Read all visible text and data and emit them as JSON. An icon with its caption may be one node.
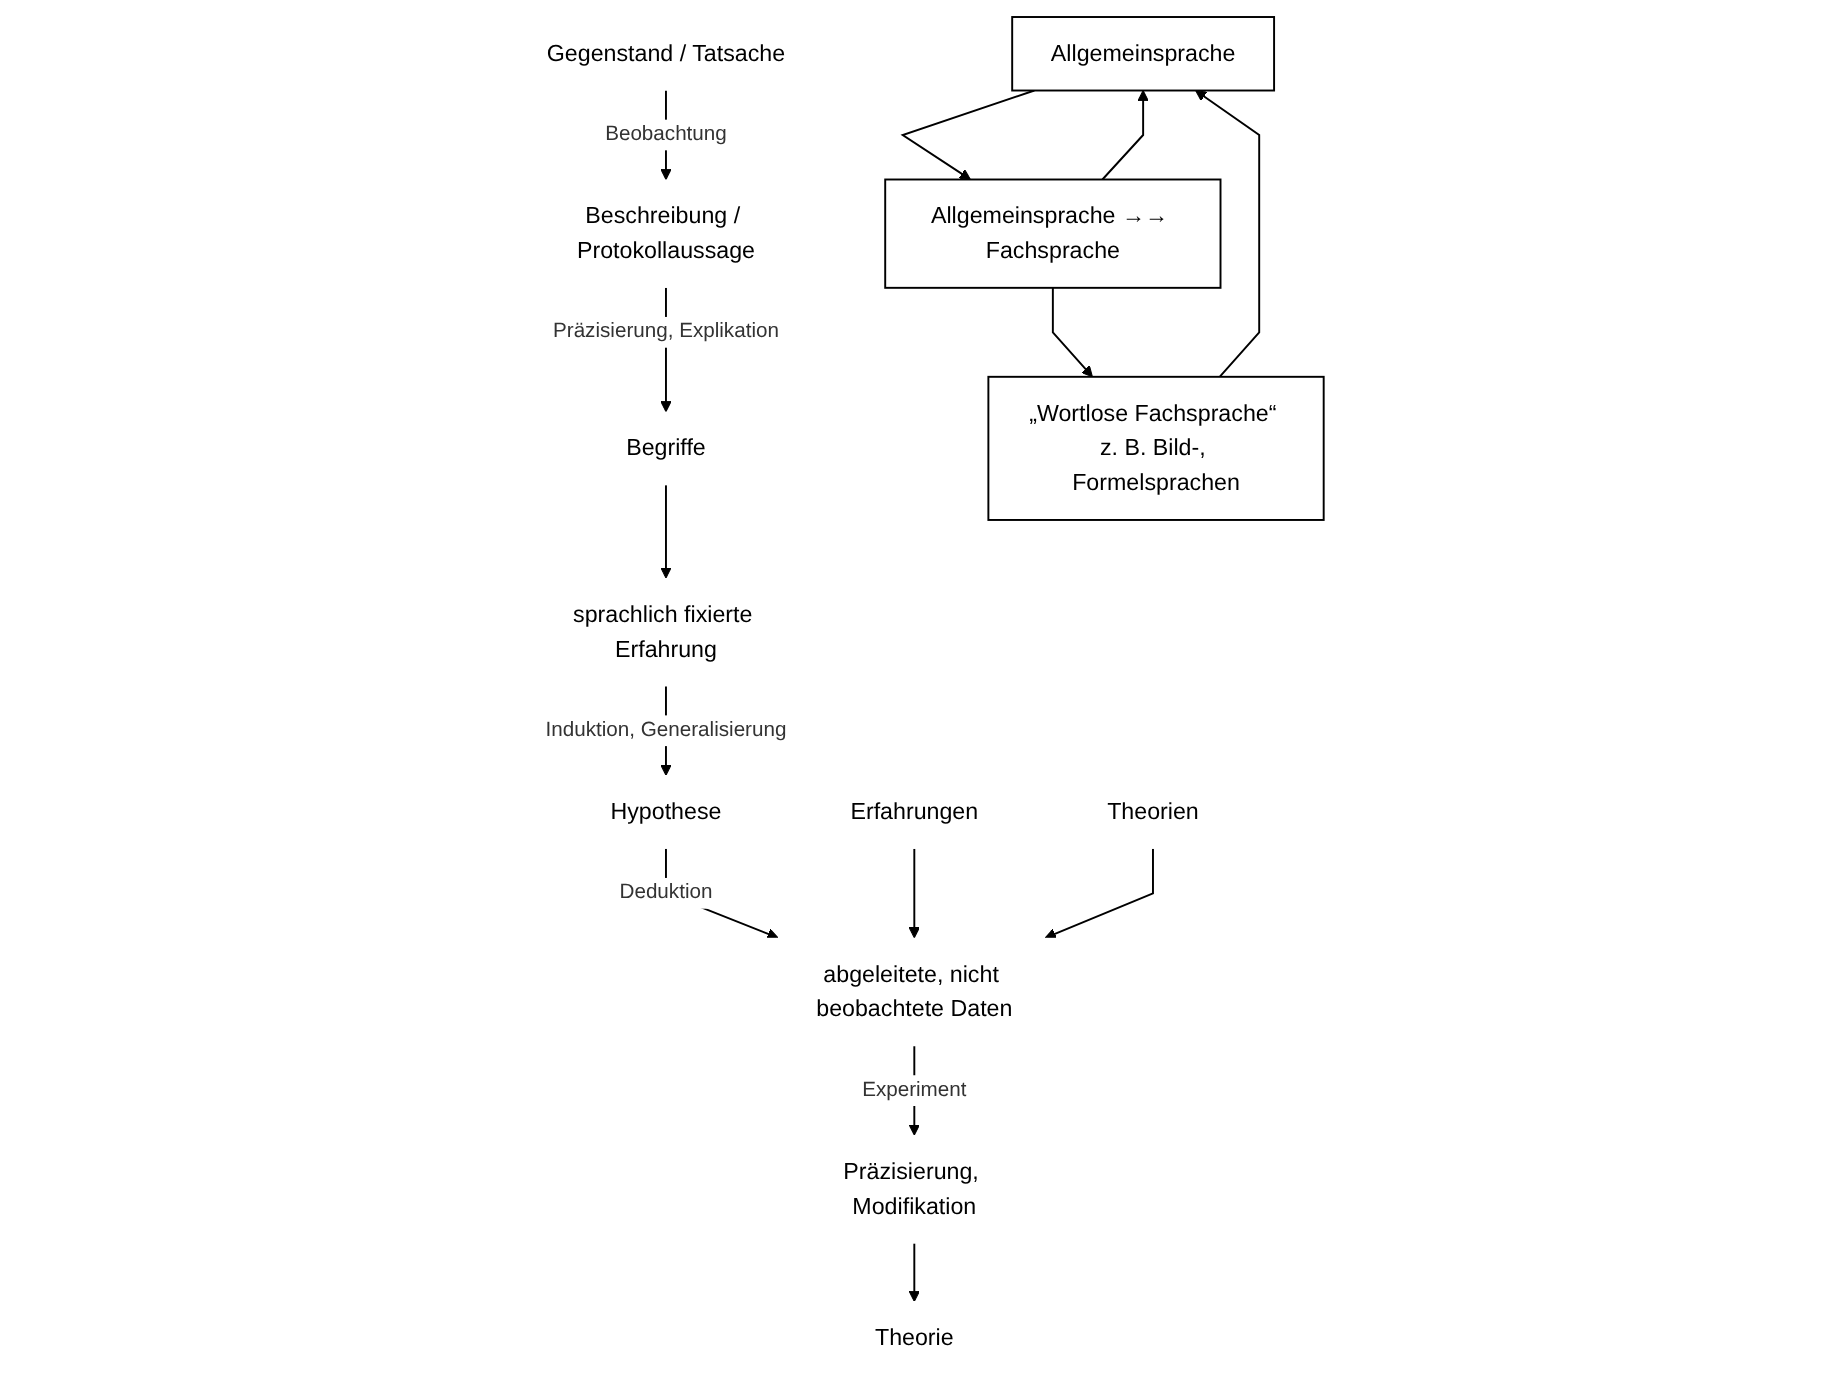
{
  "diagram": {
    "nodes": [
      {
        "text": [
          "Gegenstand / Tatsache"
        ]
      },
      {
        "text": [
          "Beschreibung / Protokollaussage"
        ]
      },
      {
        "text": [
          "Begriffe"
        ]
      },
      {
        "text": [
          "sprachlich fixierte Erfahrung"
        ]
      },
      {
        "text": [
          "Hypothese"
        ]
      },
      {
        "text": [
          "Erfahrungen"
        ]
      },
      {
        "text": [
          "Theorien"
        ]
      },
      {
        "text": [
          "abgeleitete, nicht beobachtete Daten"
        ]
      },
      {
        "text": [
          "Präzisierung, Modifikation"
        ]
      },
      {
        "text": [
          "Theorie"
        ]
      },
      {
        "text": [
          "Allgemeinsprache"
        ]
      },
      {
        "text": [
          "Allgemeinsprache →→ Fachsprache"
        ]
      },
      {
        "text": [
          "„Wortlose Fachsprache“ z. B. Bild-, Formelsprachen"
        ]
      }
    ],
    "edges": [
      {
        "from": 0,
        "to": 1,
        "arrow": "to",
        "label": "Beobachtung"
      },
      {
        "from": 1,
        "to": 2,
        "arrow": "to",
        "label": "Präzisierung, Explikation"
      },
      {
        "from": 2,
        "to": 3,
        "arrow": "to"
      },
      {
        "from": 3,
        "to": 4,
        "arrow": "to",
        "label": "Induktion, Generalisierung"
      },
      {
        "from": 4,
        "to": 7,
        "arrow": "to",
        "label": "Deduktion"
      },
      {
        "from": 5,
        "to": 7,
        "arrow": "to"
      },
      {
        "from": 6,
        "to": 7,
        "arrow": "to"
      },
      {
        "from": 7,
        "to": 8,
        "arrow": "to",
        "label": "Experiment"
      },
      {
        "from": 8,
        "to": 9,
        "arrow": "to"
      },
      {
        "from": 10,
        "to": 11,
        "arrow": "to"
      },
      {
        "from": 11,
        "to": 12,
        "arrow": "to"
      },
      {
        "from": 12,
        "to": 10,
        "arrow": "to"
      },
      {
        "from": 11,
        "to": 10,
        "arrow": "to"
      }
    ]
  }
}
